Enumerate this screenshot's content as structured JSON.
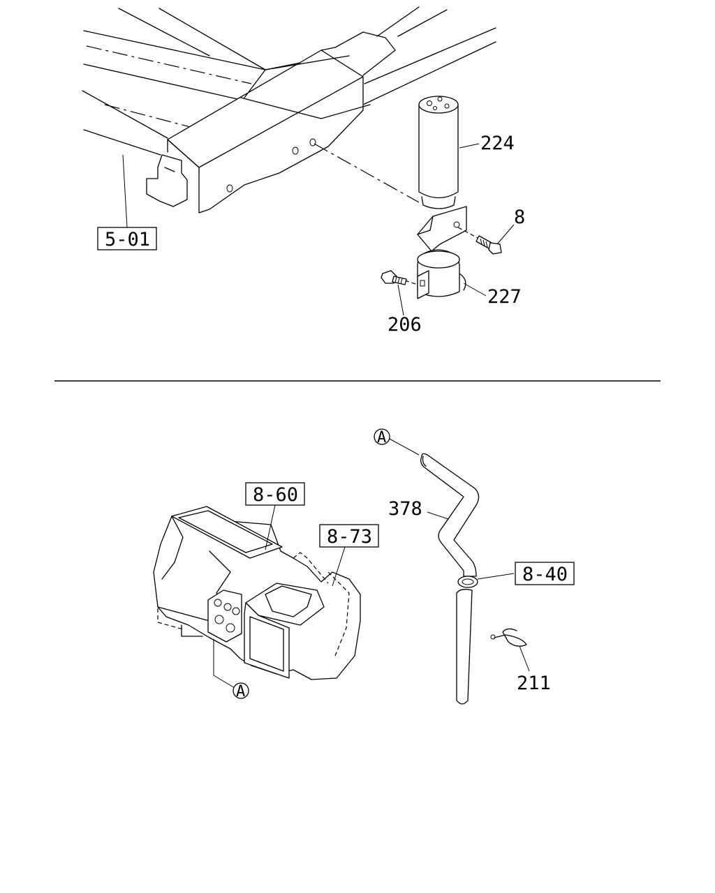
{
  "upper": {
    "ref_5_01": "5-01",
    "part_224": "224",
    "part_8": "8",
    "part_227": "227",
    "part_206": "206"
  },
  "lower": {
    "ref_8_60": "8-60",
    "ref_8_73": "8-73",
    "ref_8_40": "8-40",
    "part_378": "378",
    "part_211": "211",
    "callout_a_top": "A",
    "callout_a_bottom": "A"
  }
}
